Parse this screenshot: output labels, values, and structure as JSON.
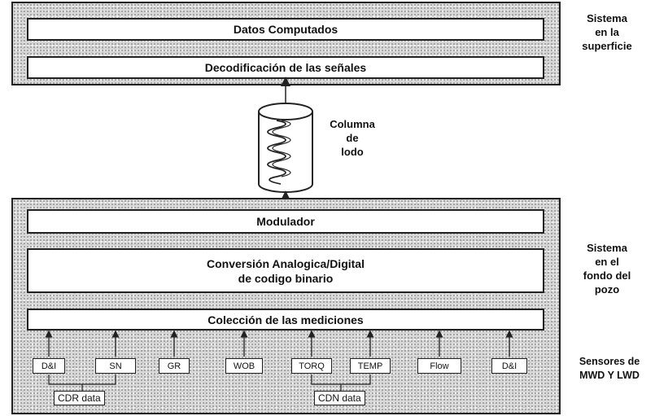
{
  "surface": {
    "bars": [
      "Datos Computados",
      "Decodificación de las señales"
    ],
    "label": [
      "Sistema",
      "en la",
      "superficie"
    ]
  },
  "mud_column": {
    "label": [
      "Columna",
      "de",
      "lodo"
    ]
  },
  "downhole": {
    "modulator": "Modulador",
    "conversion": [
      "Conversión Analogica/Digital",
      "de codigo binario"
    ],
    "collection": "Colección de las mediciones",
    "label": [
      "Sistema",
      "en el",
      "fondo del",
      "pozo"
    ]
  },
  "sensors": {
    "items": [
      "D&I",
      "SN",
      "GR",
      "WOB",
      "TORQ",
      "TEMP",
      "Flow",
      "D&I"
    ],
    "sub_labels": [
      "CDR data",
      "CDN data"
    ],
    "label": [
      "Sensores de",
      "MWD Y LWD"
    ]
  }
}
